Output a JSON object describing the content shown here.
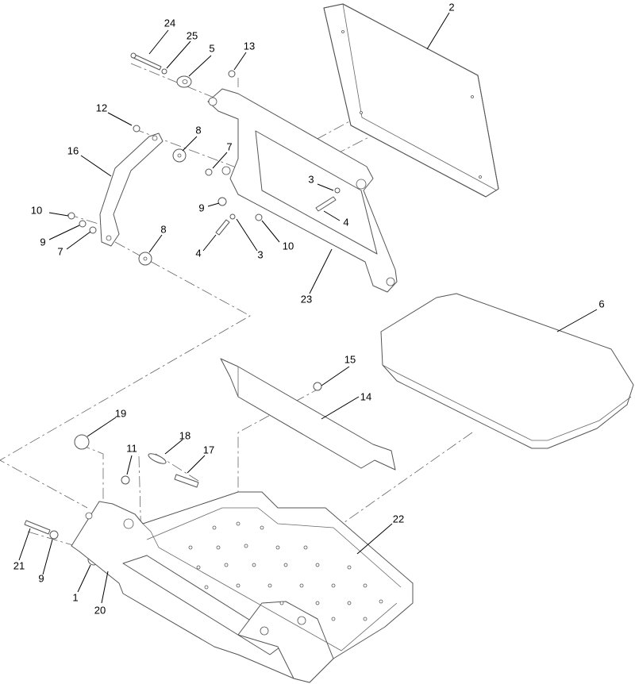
{
  "callouts": [
    "24",
    "25",
    "5",
    "13",
    "2",
    "12",
    "8",
    "7",
    "16",
    "3",
    "4",
    "10",
    "9",
    "7",
    "9",
    "4",
    "3",
    "10",
    "8",
    "23",
    "6",
    "15",
    "14",
    "19",
    "18",
    "11",
    "17",
    "22",
    "21",
    "9",
    "1",
    "20"
  ]
}
